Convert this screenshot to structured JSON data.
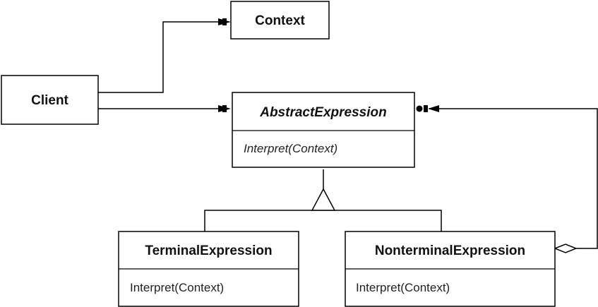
{
  "diagram": {
    "classes": {
      "context": {
        "name": "Context"
      },
      "client": {
        "name": "Client"
      },
      "abstract_expression": {
        "name": "AbstractExpression",
        "operation": "Interpret(Context)"
      },
      "terminal_expression": {
        "name": "TerminalExpression",
        "operation": "Interpret(Context)"
      },
      "nonterminal_expression": {
        "name": "NonterminalExpression",
        "operation": "Interpret(Context)"
      }
    }
  }
}
